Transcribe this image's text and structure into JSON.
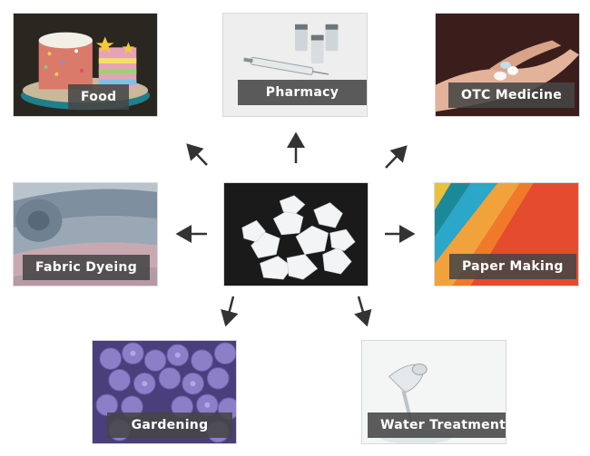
{
  "center": {
    "name": ""
  },
  "applications": [
    {
      "label": "Food"
    },
    {
      "label": "Pharmacy"
    },
    {
      "label": "OTC Medicine"
    },
    {
      "label": "Fabric Dyeing"
    },
    {
      "label": "Paper Making"
    },
    {
      "label": "Gardening"
    },
    {
      "label": "Water Treatment"
    }
  ],
  "icons": {
    "arrow": "arrow-icon"
  },
  "colors": {
    "label_bg": "#464646",
    "arrow": "#333333",
    "border": "#d9d9d9"
  }
}
